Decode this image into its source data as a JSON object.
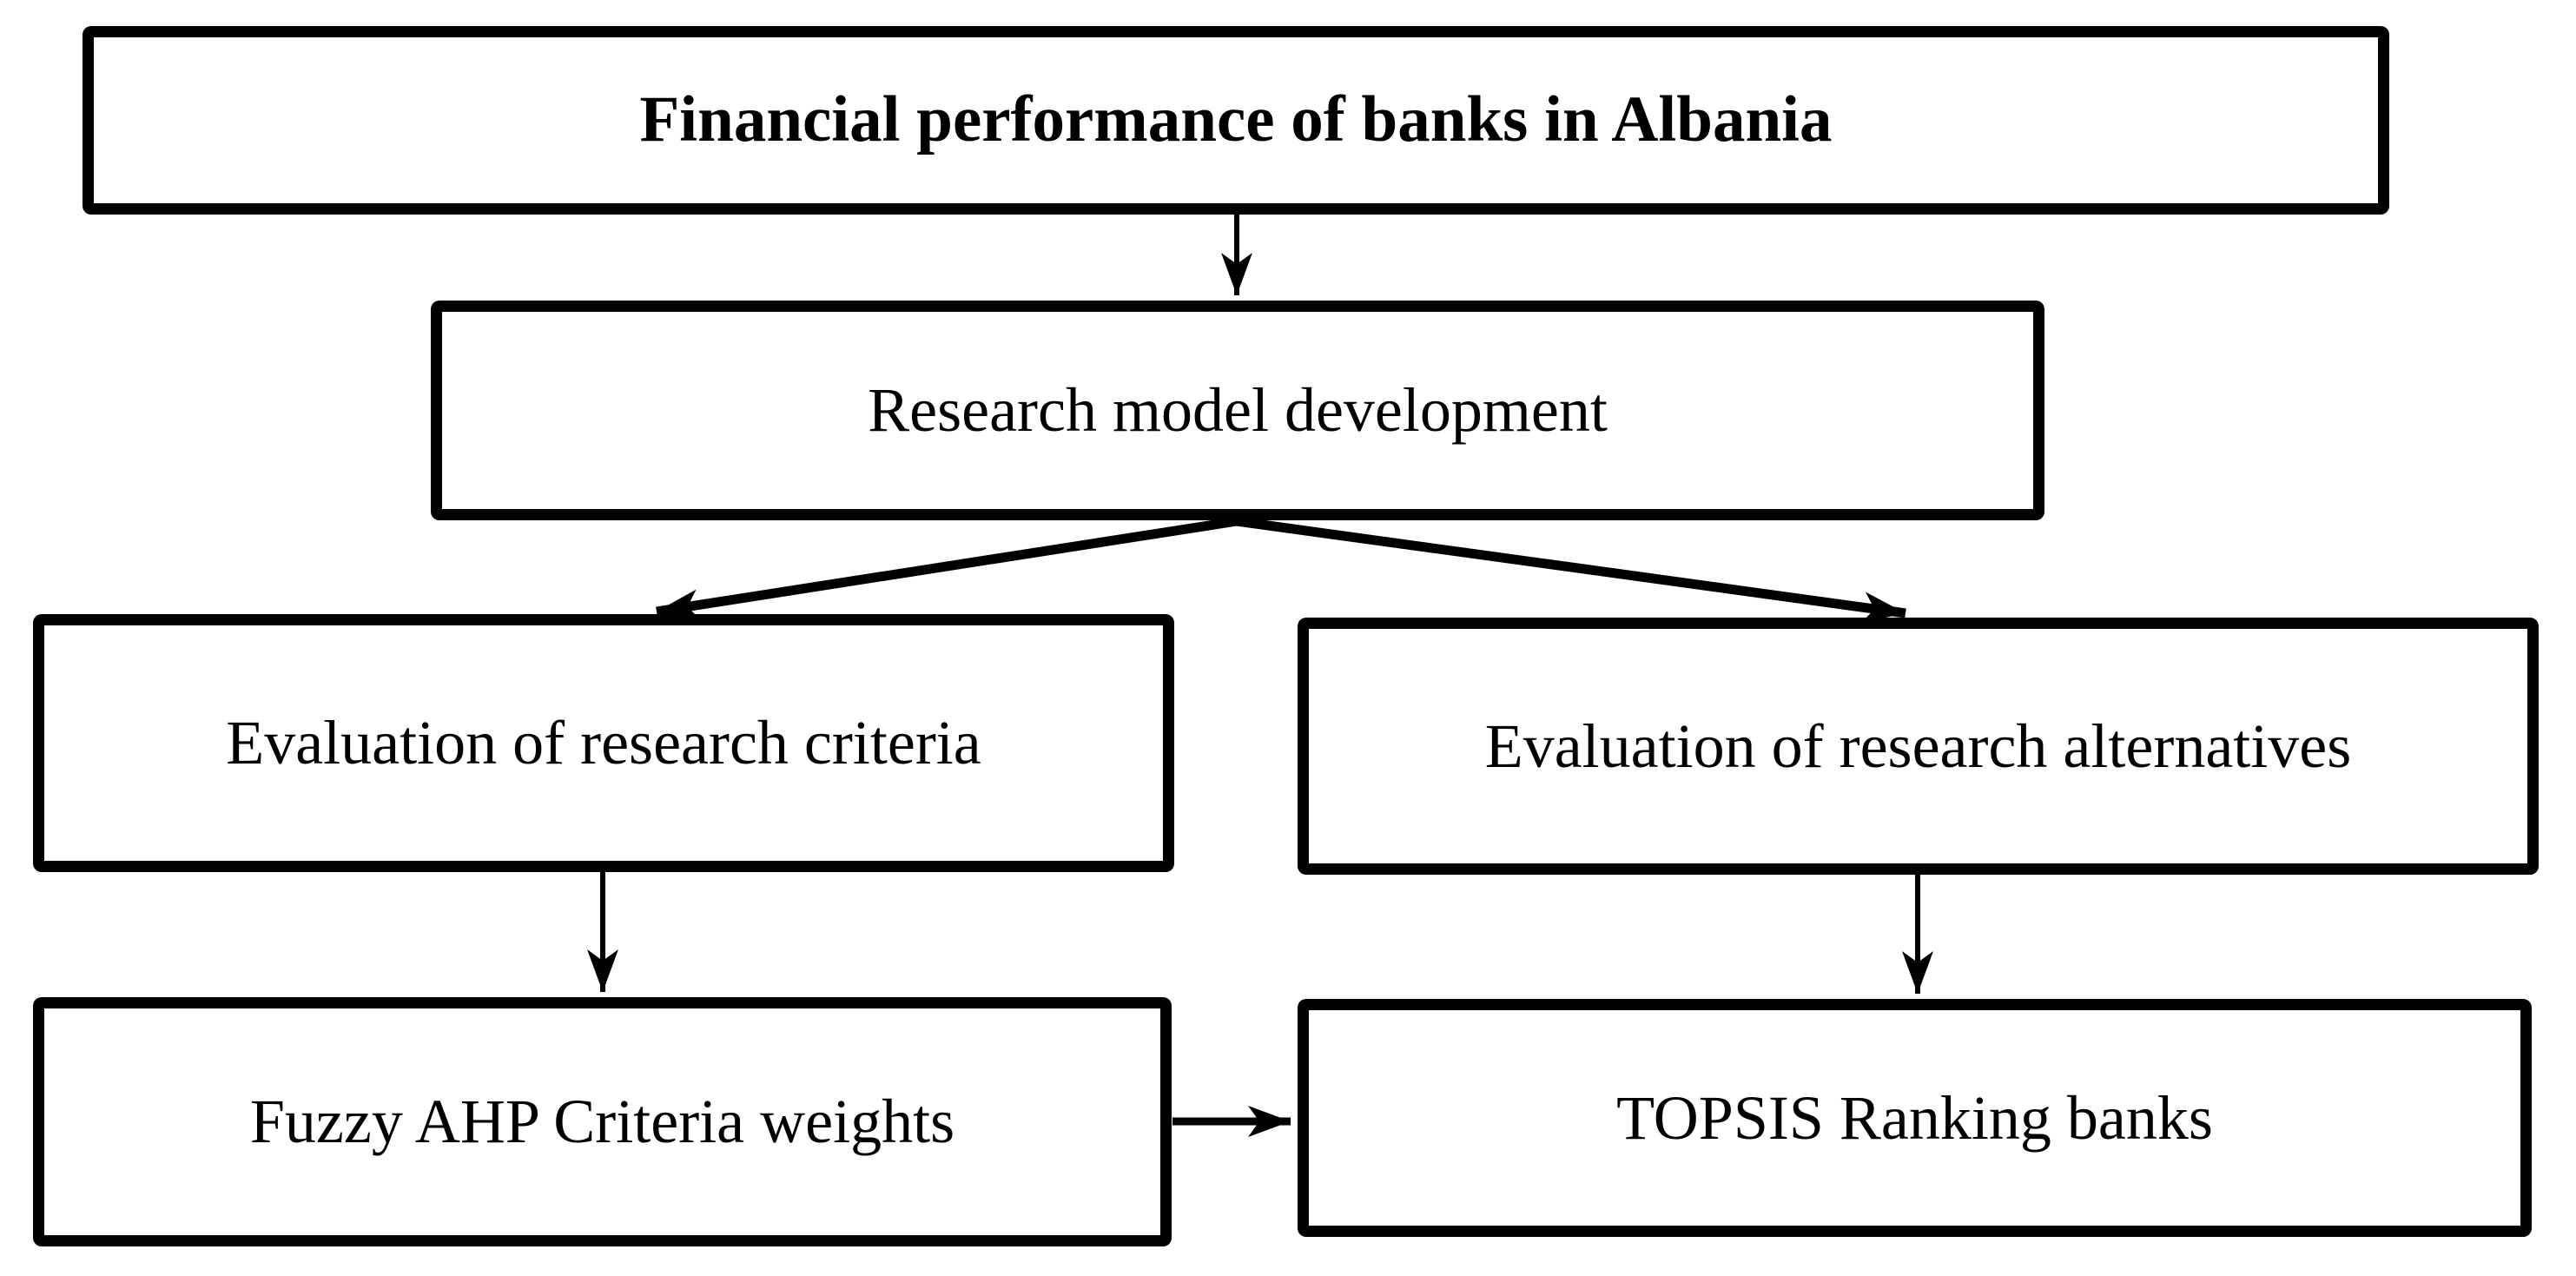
{
  "diagram": {
    "background_color": "#ffffff",
    "line_color": "#000000",
    "box_fill_color": "#ffffff",
    "nodes": [
      {
        "id": "financial-performance",
        "label": "Financial performance of banks in Albania",
        "emphasis": "bold"
      },
      {
        "id": "research-model",
        "label": "Research model development",
        "emphasis": "regular"
      },
      {
        "id": "evaluation-criteria",
        "label": "Evaluation of research criteria",
        "emphasis": "regular"
      },
      {
        "id": "evaluation-alternatives",
        "label": "Evaluation of research alternatives",
        "emphasis": "regular"
      },
      {
        "id": "fuzzy-ahp",
        "label": "Fuzzy AHP Criteria weights",
        "emphasis": "regular"
      },
      {
        "id": "topsis",
        "label": "TOPSIS Ranking banks",
        "emphasis": "regular"
      }
    ],
    "edges": [
      {
        "from": "financial-performance",
        "to": "research-model",
        "direction": "down"
      },
      {
        "from": "research-model",
        "to": "evaluation-criteria",
        "direction": "diagonal-down-left"
      },
      {
        "from": "research-model",
        "to": "evaluation-alternatives",
        "direction": "diagonal-down-right"
      },
      {
        "from": "evaluation-criteria",
        "to": "fuzzy-ahp",
        "direction": "down"
      },
      {
        "from": "evaluation-alternatives",
        "to": "topsis",
        "direction": "down"
      },
      {
        "from": "fuzzy-ahp",
        "to": "topsis",
        "direction": "right"
      }
    ]
  }
}
